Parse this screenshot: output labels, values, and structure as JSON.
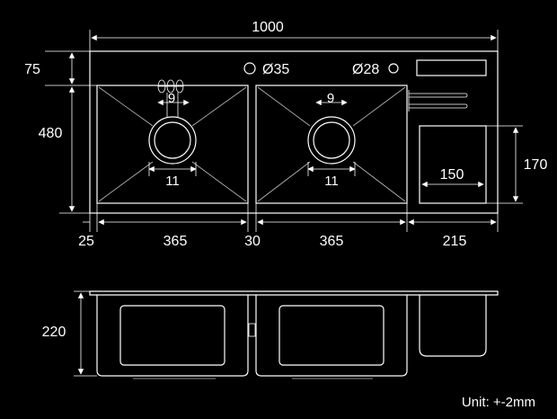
{
  "colors": {
    "background": "#000000",
    "line": "#ffffff"
  },
  "top_view": {
    "overall_width": "1000",
    "height_75": "75",
    "height_480": "480",
    "hole_large": "Ø35",
    "hole_small": "Ø28",
    "drain_left_top": "9",
    "drain_left_bottom": "11",
    "drain_right_top": "9",
    "drain_right_bottom": "11",
    "basket_width": "150",
    "basket_height": "170",
    "seg_25": "25",
    "seg_365_left": "365",
    "seg_30": "30",
    "seg_365_right": "365",
    "seg_215": "215"
  },
  "side_view": {
    "depth_220": "220"
  },
  "footer": {
    "unit": "Unit: +-2mm"
  }
}
